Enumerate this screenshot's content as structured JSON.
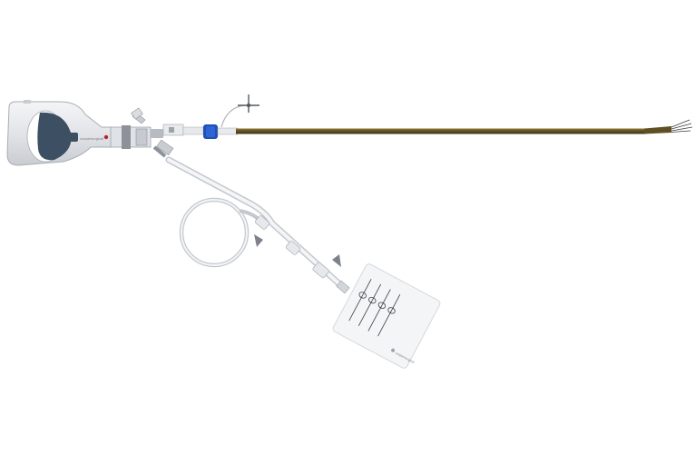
{
  "image": {
    "subject": "catheter-device-illustration"
  },
  "handle": {
    "brand_mark": "coopersurgical"
  },
  "label_card": {
    "brand_mark": "coopersurgical"
  },
  "colors": {
    "handle_body": "#e4e6e9",
    "handle_grip": "#3d4f63",
    "shaft": "#6b5a2a",
    "blue_connector": "#1f4fb8",
    "tubing": "#d7dbe0",
    "card": "#f4f5f7"
  }
}
